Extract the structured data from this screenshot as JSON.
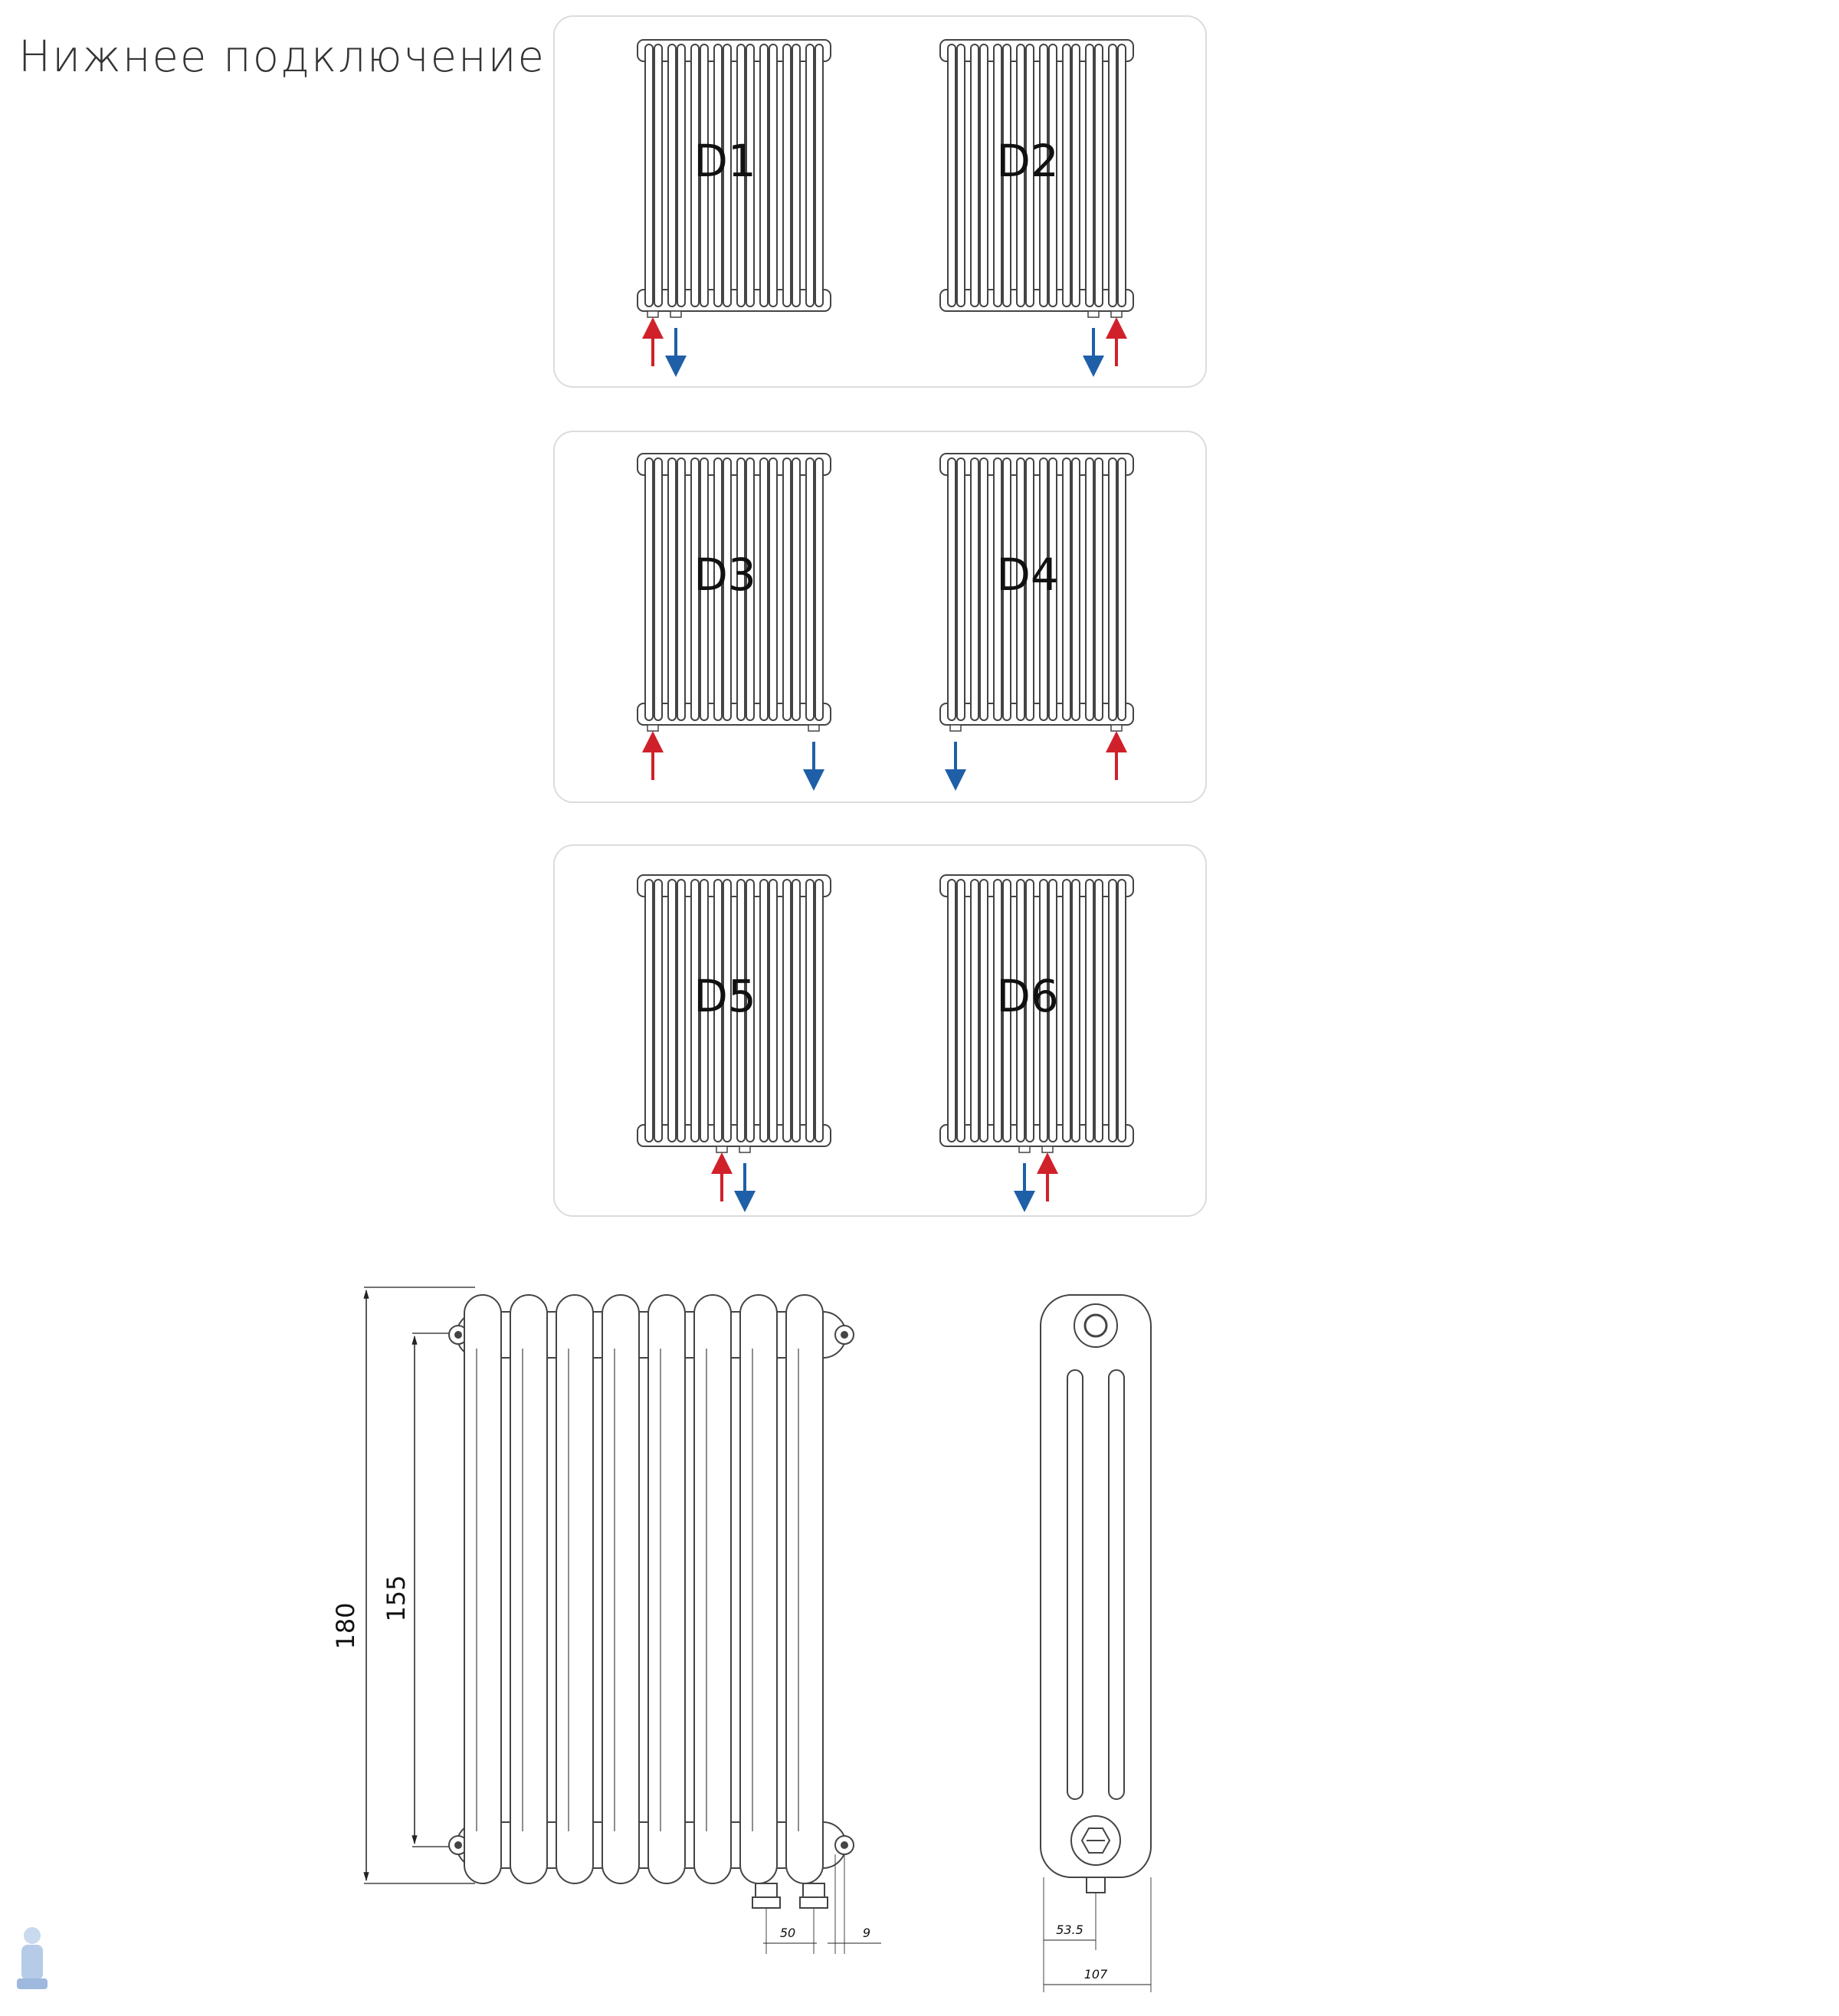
{
  "title": "Нижнее подключение",
  "variants": [
    {
      "label": "D1",
      "connections": [
        {
          "pos": 0,
          "dir": "up"
        },
        {
          "pos": 1,
          "dir": "down"
        }
      ]
    },
    {
      "label": "D2",
      "connections": [
        {
          "pos": 6,
          "dir": "down"
        },
        {
          "pos": 7,
          "dir": "up"
        }
      ]
    },
    {
      "label": "D3",
      "connections": [
        {
          "pos": 0,
          "dir": "up"
        },
        {
          "pos": 7,
          "dir": "down"
        }
      ]
    },
    {
      "label": "D4",
      "connections": [
        {
          "pos": 0,
          "dir": "down"
        },
        {
          "pos": 7,
          "dir": "up"
        }
      ]
    },
    {
      "label": "D5",
      "connections": [
        {
          "pos": 3,
          "dir": "up"
        },
        {
          "pos": 4,
          "dir": "down"
        }
      ]
    },
    {
      "label": "D6",
      "connections": [
        {
          "pos": 3,
          "dir": "down"
        },
        {
          "pos": 4,
          "dir": "up"
        }
      ]
    }
  ],
  "colors": {
    "supply": "#d0212a",
    "return": "#1e5fa8",
    "line": "#444444",
    "panel_border": "#dcdcdc"
  },
  "icons": {
    "supply": "arrow-up-icon",
    "return": "arrow-down-icon"
  },
  "dimensions": {
    "overall_height": "180",
    "axis_distance": "155",
    "pipe_spacing": "50",
    "pipe_offset": "9",
    "side_half_depth": "53.5",
    "side_depth": "107"
  }
}
